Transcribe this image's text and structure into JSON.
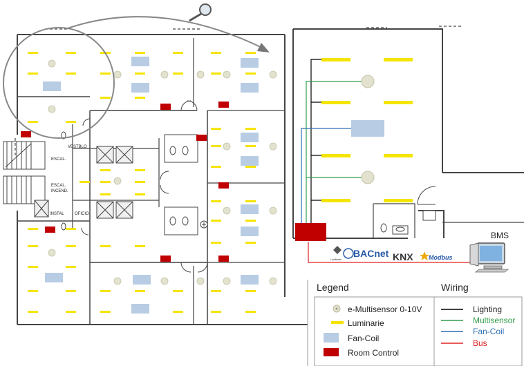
{
  "floorplan": {
    "room_labels": {
      "vestibulo": "VESTBLO",
      "escal_1": "ESCAL.",
      "escal_2": "ESCAL.",
      "incend": "INCEND.",
      "instal": "INSTAL",
      "oficio": "OFICIO"
    }
  },
  "detail": {
    "protocols": [
      "LonWorks",
      "BACnet",
      "KNX",
      "Modbus"
    ],
    "bms_label": "BMS"
  },
  "legend": {
    "title": "Legend",
    "items": [
      {
        "label": "e-Multisensor 0-10V",
        "symbol": "multisensor-icon"
      },
      {
        "label": "Luminarie",
        "symbol": "luminaire-icon"
      },
      {
        "label": "Fan-Coil",
        "symbol": "fan-coil-icon"
      },
      {
        "label": "Room Control",
        "symbol": "room-control-icon"
      }
    ]
  },
  "wiring": {
    "title": "Wiring",
    "items": [
      {
        "label": "Lighting",
        "color": "#000000"
      },
      {
        "label": "Multisensor",
        "color": "#2e9e48"
      },
      {
        "label": "Fan-Coil",
        "color": "#2f6fb5"
      },
      {
        "label": "Bus",
        "color": "#e02020"
      }
    ]
  },
  "colors": {
    "luminaire": "#f5e400",
    "fan_coil": "#b8cce4",
    "room_control": "#c00000",
    "multisensor": "#e2e2cf",
    "wall": "#444444"
  }
}
